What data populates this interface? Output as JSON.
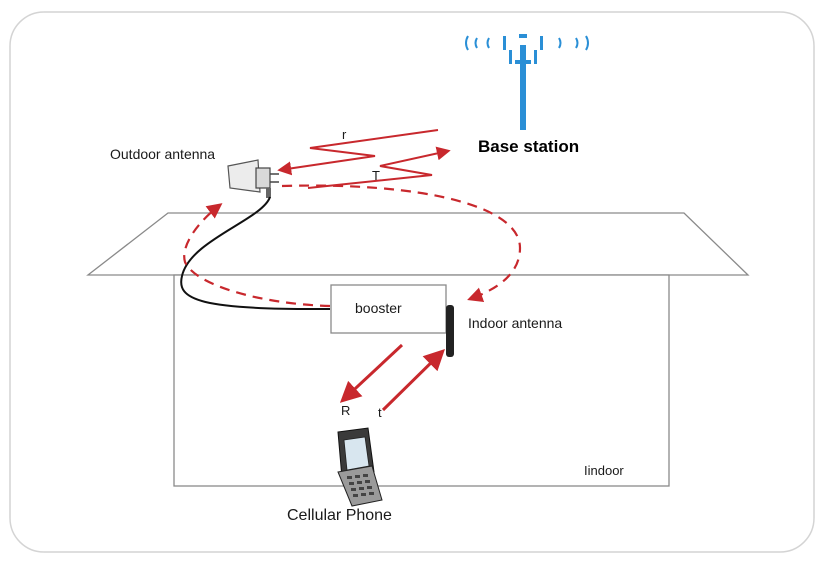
{
  "labels": {
    "base_station": "Base station",
    "outdoor_antenna": "Outdoor antenna",
    "booster": "booster",
    "indoor_antenna": "Indoor antenna",
    "indoor": "Iindoor",
    "cellular_phone": "Cellular Phone",
    "signal_r_upper": "r",
    "signal_t_upper": "T",
    "signal_R_lower": "R",
    "signal_t_lower": "t"
  },
  "colors": {
    "signal": "#c8282d",
    "tower": "#2a8fd6",
    "outline": "#8a8a8a",
    "cable": "#111111"
  }
}
